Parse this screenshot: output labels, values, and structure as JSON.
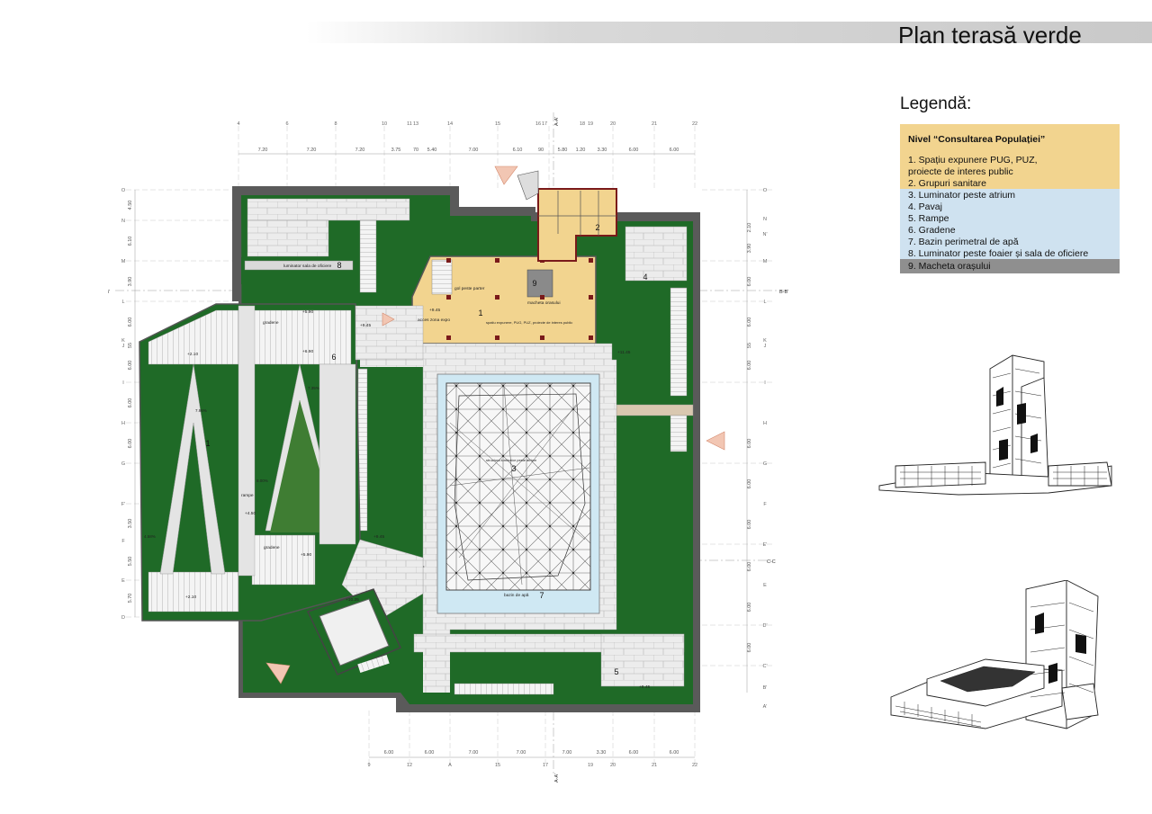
{
  "header": {
    "title": "Plan terasă verde"
  },
  "legend": {
    "title": "Legendă:",
    "level_heading": "Nivel “Consultarea Populației”",
    "items": [
      "1.  Spațiu expunere PUG, PUZ,",
      "       proiecte de interes public",
      "2. Grupuri sanitare",
      "3. Luminator peste atrium",
      "4. Pavaj",
      "5. Rampe",
      "6. Gradene",
      "7. Bazin perimetral de apă",
      "8. Luminator peste foaier și sala de oficiere",
      "9. Macheta orașului"
    ]
  },
  "colors": {
    "grass": "#1f6a27",
    "slope_green": "#3f7d33",
    "paving": "#e8e8e8",
    "exhibition": "#f2d48f",
    "water": "#cfe8f3",
    "wall": "#555555",
    "legend_yellow": "#f2d48f",
    "legend_blue": "#cfe2f0",
    "legend_gray": "#8f8f8f"
  },
  "plan": {
    "axis_top": [
      "4",
      "6",
      "8",
      "10",
      "11",
      "13",
      "14",
      "15",
      "16",
      "17",
      "18",
      "19",
      "20",
      "21",
      "22"
    ],
    "dims_top": [
      "7.20",
      "7.20",
      "7.20",
      "3.75",
      "70",
      "5.40",
      "7.00",
      "6.10",
      "90",
      "5.80",
      "1.20",
      "3.30",
      "6.00",
      "6.00"
    ],
    "axis_bottom": [
      "9",
      "12",
      "A",
      "15",
      "17",
      "19",
      "20",
      "21",
      "22"
    ],
    "dims_bottom": [
      "6.00",
      "6.00",
      "7.00",
      "7.00",
      "7.00",
      "3.30",
      "6.00",
      "6.00"
    ],
    "axis_left": [
      "O",
      "N",
      "M",
      "L",
      "K",
      "J",
      "I",
      "H",
      "G",
      "F'",
      "F",
      "E",
      "D"
    ],
    "dims_left": [
      "4.50",
      "6.10",
      "3.90",
      "6.00",
      "55",
      "6.00",
      "6.00",
      "6.00",
      "3.50",
      "5.50",
      "5.70"
    ],
    "axis_right": [
      "O",
      "N",
      "N'",
      "M",
      "L",
      "K",
      "J",
      "I",
      "H",
      "G",
      "F",
      "E'",
      "E",
      "D'",
      "C'",
      "B'",
      "A'"
    ],
    "dims_right": [
      "2.10",
      "3.90",
      "6.00",
      "6.00",
      "55",
      "6.00",
      "6.00",
      "6.00",
      "6.00",
      "6.00",
      "6.00",
      "6.00"
    ],
    "section_bb": "B-B'",
    "section_cc": "C-C",
    "section_aa": "A-A'",
    "zone_numbers": [
      "1",
      "2",
      "3",
      "4",
      "5",
      "6",
      "7",
      "8",
      "9",
      "1"
    ],
    "labels": {
      "gradene_top": "gradene",
      "gradene_bottom": "gradene",
      "rampe": "rampe",
      "gol_peste_parter": "gol peste parter",
      "macheta_orasului": "macheta orasului",
      "acces_zona_expo": "acces zona expo",
      "spatiu_expunere": "spatiu expunere, PUG, PUZ, proiecte de interes public",
      "luminator_sala": "luminator sala de oficiere",
      "bazin_de_apa": "bazin de apă",
      "structura_atrium": "structura luminator peste atrium"
    },
    "levels": [
      "+5.90",
      "+6.90",
      "+2.10",
      "+9.45",
      "+9.45",
      "+11.45",
      "+4.50",
      "+5.90",
      "+9.45",
      "+2.10",
      "+10.25",
      "+9.45"
    ],
    "slopes": [
      "7.96%",
      "7.35%",
      "8.00%",
      "4.58%"
    ]
  }
}
